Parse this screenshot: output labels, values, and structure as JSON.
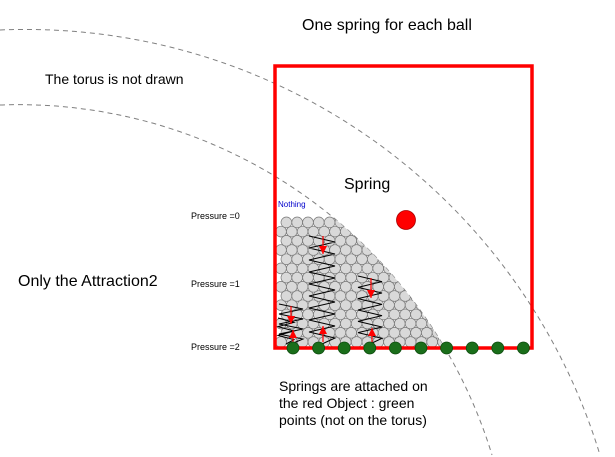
{
  "labels": {
    "title": "One spring for each ball",
    "torus_note": "The torus is not drawn",
    "attraction": "Only the Attraction2",
    "spring": "Spring",
    "nothing": "Nothing",
    "pressure_0": "Pressure =0",
    "pressure_1": "Pressure =1",
    "pressure_2": "Pressure =2",
    "attached_note_line1": "Springs are attached on",
    "attached_note_line2": "the red Object : green",
    "attached_note_line3": "points (not on the torus)"
  },
  "colors": {
    "red": "#ff0000",
    "green": "#1a6e1a",
    "ball_fill": "#d9d9d9",
    "ball_stroke": "#7a7a7a",
    "dashed": "#808080"
  }
}
